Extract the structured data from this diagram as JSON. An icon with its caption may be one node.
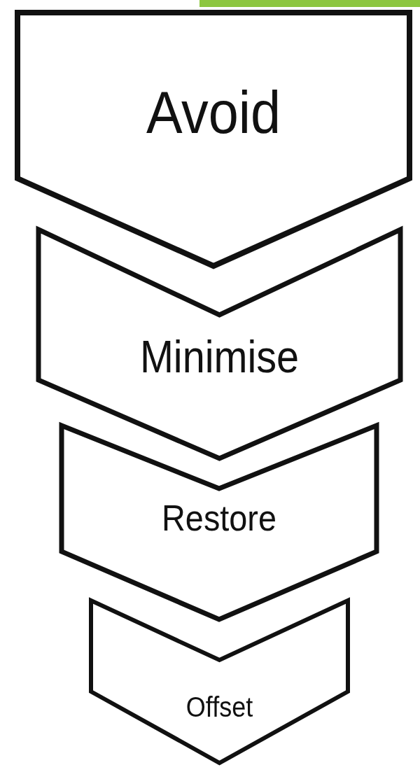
{
  "diagram": {
    "nodes": [
      {
        "text": [
          "Avoid"
        ]
      },
      {
        "text": [
          "Minimise"
        ]
      },
      {
        "text": [
          "Restore"
        ]
      },
      {
        "text": [
          "Offset"
        ]
      }
    ]
  }
}
